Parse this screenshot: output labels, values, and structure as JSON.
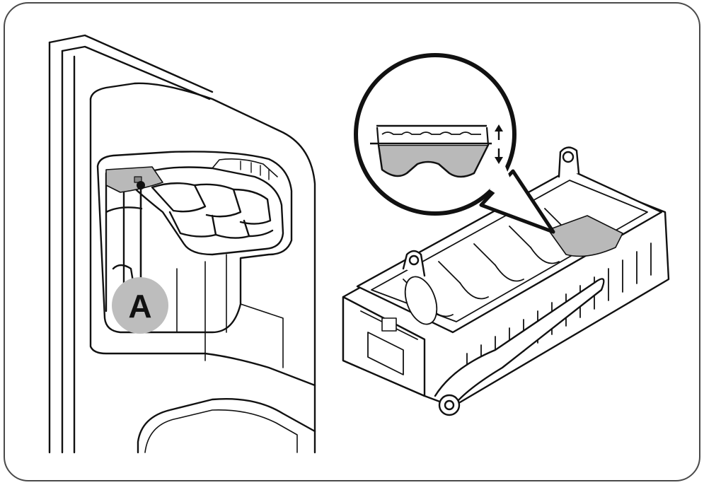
{
  "callout": {
    "label": "A"
  },
  "colors": {
    "line": "#111111",
    "fill": "#ffffff",
    "shade": "#b9b9b9",
    "badge": "#bdbdbd",
    "frame": "#4a4a4a"
  },
  "icons": [
    "fridge-door-panel",
    "ice-maker-unit",
    "water-level-magnifier",
    "level-arrows-icon"
  ]
}
